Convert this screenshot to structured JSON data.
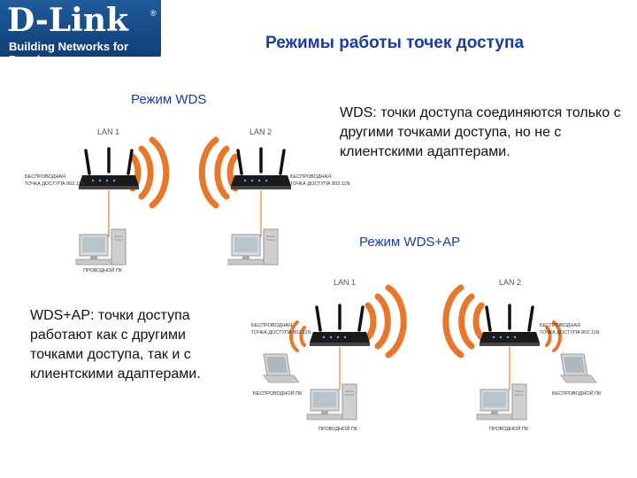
{
  "logo": {
    "brand": "D-Link",
    "tagline": "Building Networks for People",
    "registered": "®"
  },
  "title": "Режимы работы точек доступа",
  "wds": {
    "label": "Режим WDS",
    "description": "WDS: точки доступа соединяются только с другими точками доступа, но не с клиентскими адаптерами.",
    "lan1": "LAN 1",
    "lan2": "LAN 2",
    "ap_line1": "БЕСПРОВОДНАЯ",
    "ap_line2": "ТОЧКА ДОСТУПА 802.11N",
    "wired_pc": "ПРОВОДНОЙ ПК"
  },
  "wdsap": {
    "label": "Режим WDS+AP",
    "description": "WDS+AP: точки доступа работают как с другими точками доступа, так и с клиентскими адаптерами.",
    "lan1": "LAN 1",
    "lan2": "LAN 2",
    "ap_line1": "БЕСПРОВОДНАЯ",
    "ap_line2": "ТОЧКА ДОСТУПА 802.11N",
    "wireless_pc": "БЕСПРОВОДНОЙ ПК",
    "wired_pc": "ПРОВОДНОЙ ПК"
  },
  "colors": {
    "accent_blue": "#1a3aa8",
    "wave_orange": "#e8762b",
    "cable_orange": "#f0a060",
    "logo_bg": "#15477f"
  }
}
